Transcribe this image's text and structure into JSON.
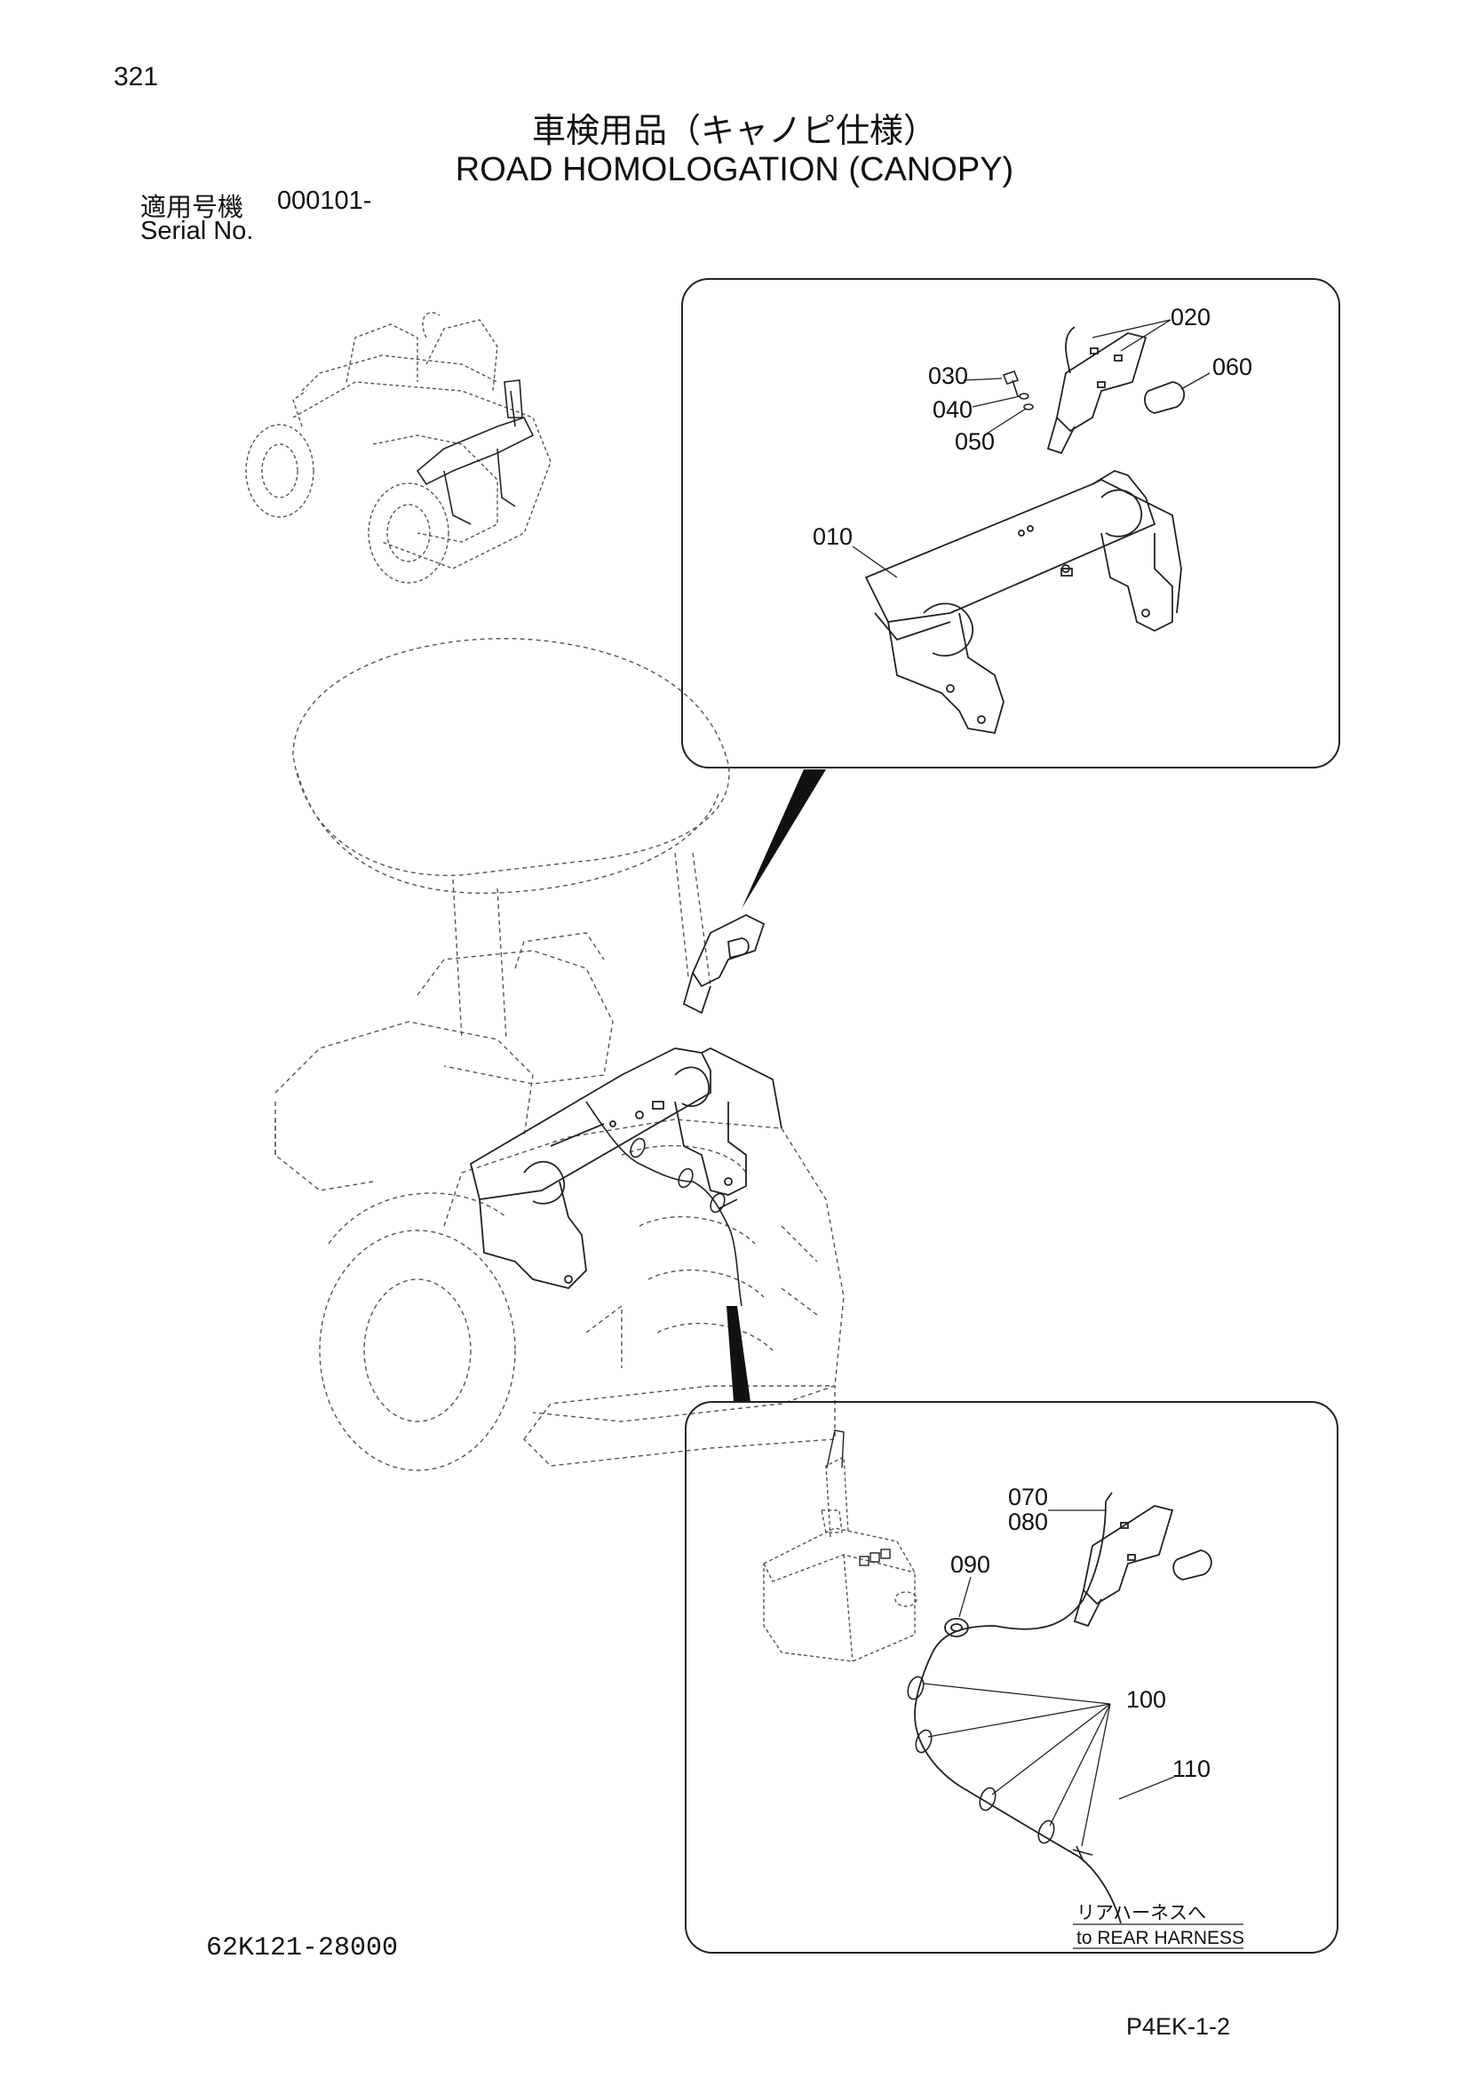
{
  "page": {
    "number": "321",
    "title_jp": "車検用品（キャノピ仕様）",
    "title_en": "ROAD HOMOLOGATION (CANOPY)",
    "serial_label_jp": "適用号機",
    "serial_value": "000101-",
    "serial_label_en": "Serial No.",
    "drawing_code": "62K121-28000",
    "page_ref": "P4EK-1-2"
  },
  "callouts_top": [
    "020",
    "030",
    "040",
    "050",
    "060",
    "010"
  ],
  "callouts_bottom": [
    "070",
    "080",
    "090",
    "100",
    "110"
  ],
  "harness_note": {
    "jp": "リアハーネスへ",
    "en": "to REAR HARNESS"
  }
}
